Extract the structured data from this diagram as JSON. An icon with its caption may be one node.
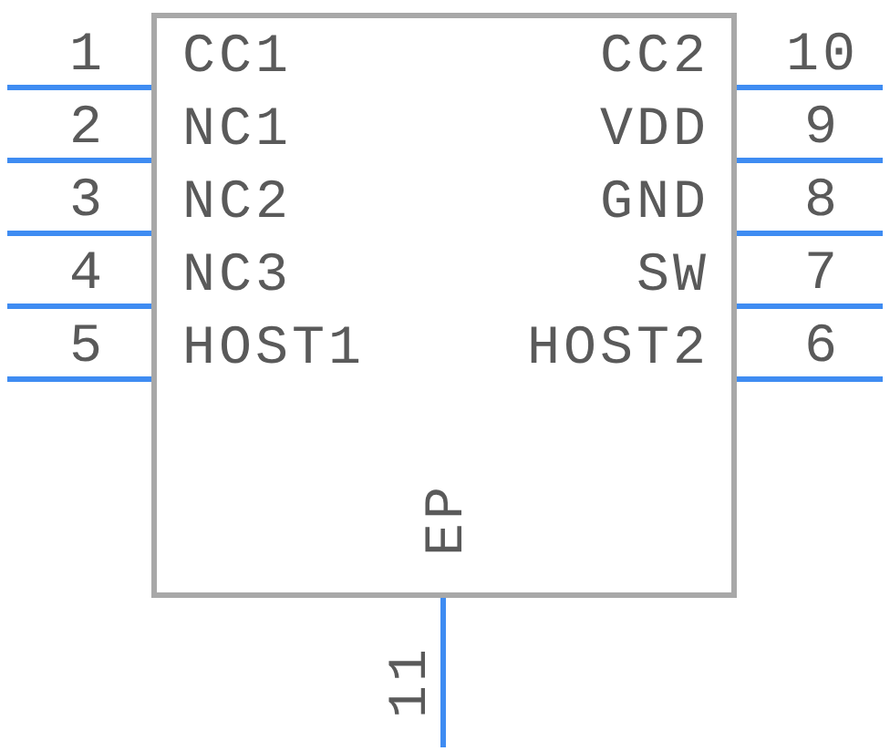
{
  "diagram": {
    "nodes": [
      {
        "text": [
          "CC1",
          "NC1",
          "NC2",
          "NC3",
          "HOST1",
          "CC2",
          "VDD",
          "GND",
          "SW",
          "HOST2",
          "EP"
        ]
      }
    ],
    "labels": [
      "1",
      "10",
      "2",
      "9",
      "3",
      "8",
      "4",
      "7",
      "5",
      "6",
      "11"
    ]
  }
}
